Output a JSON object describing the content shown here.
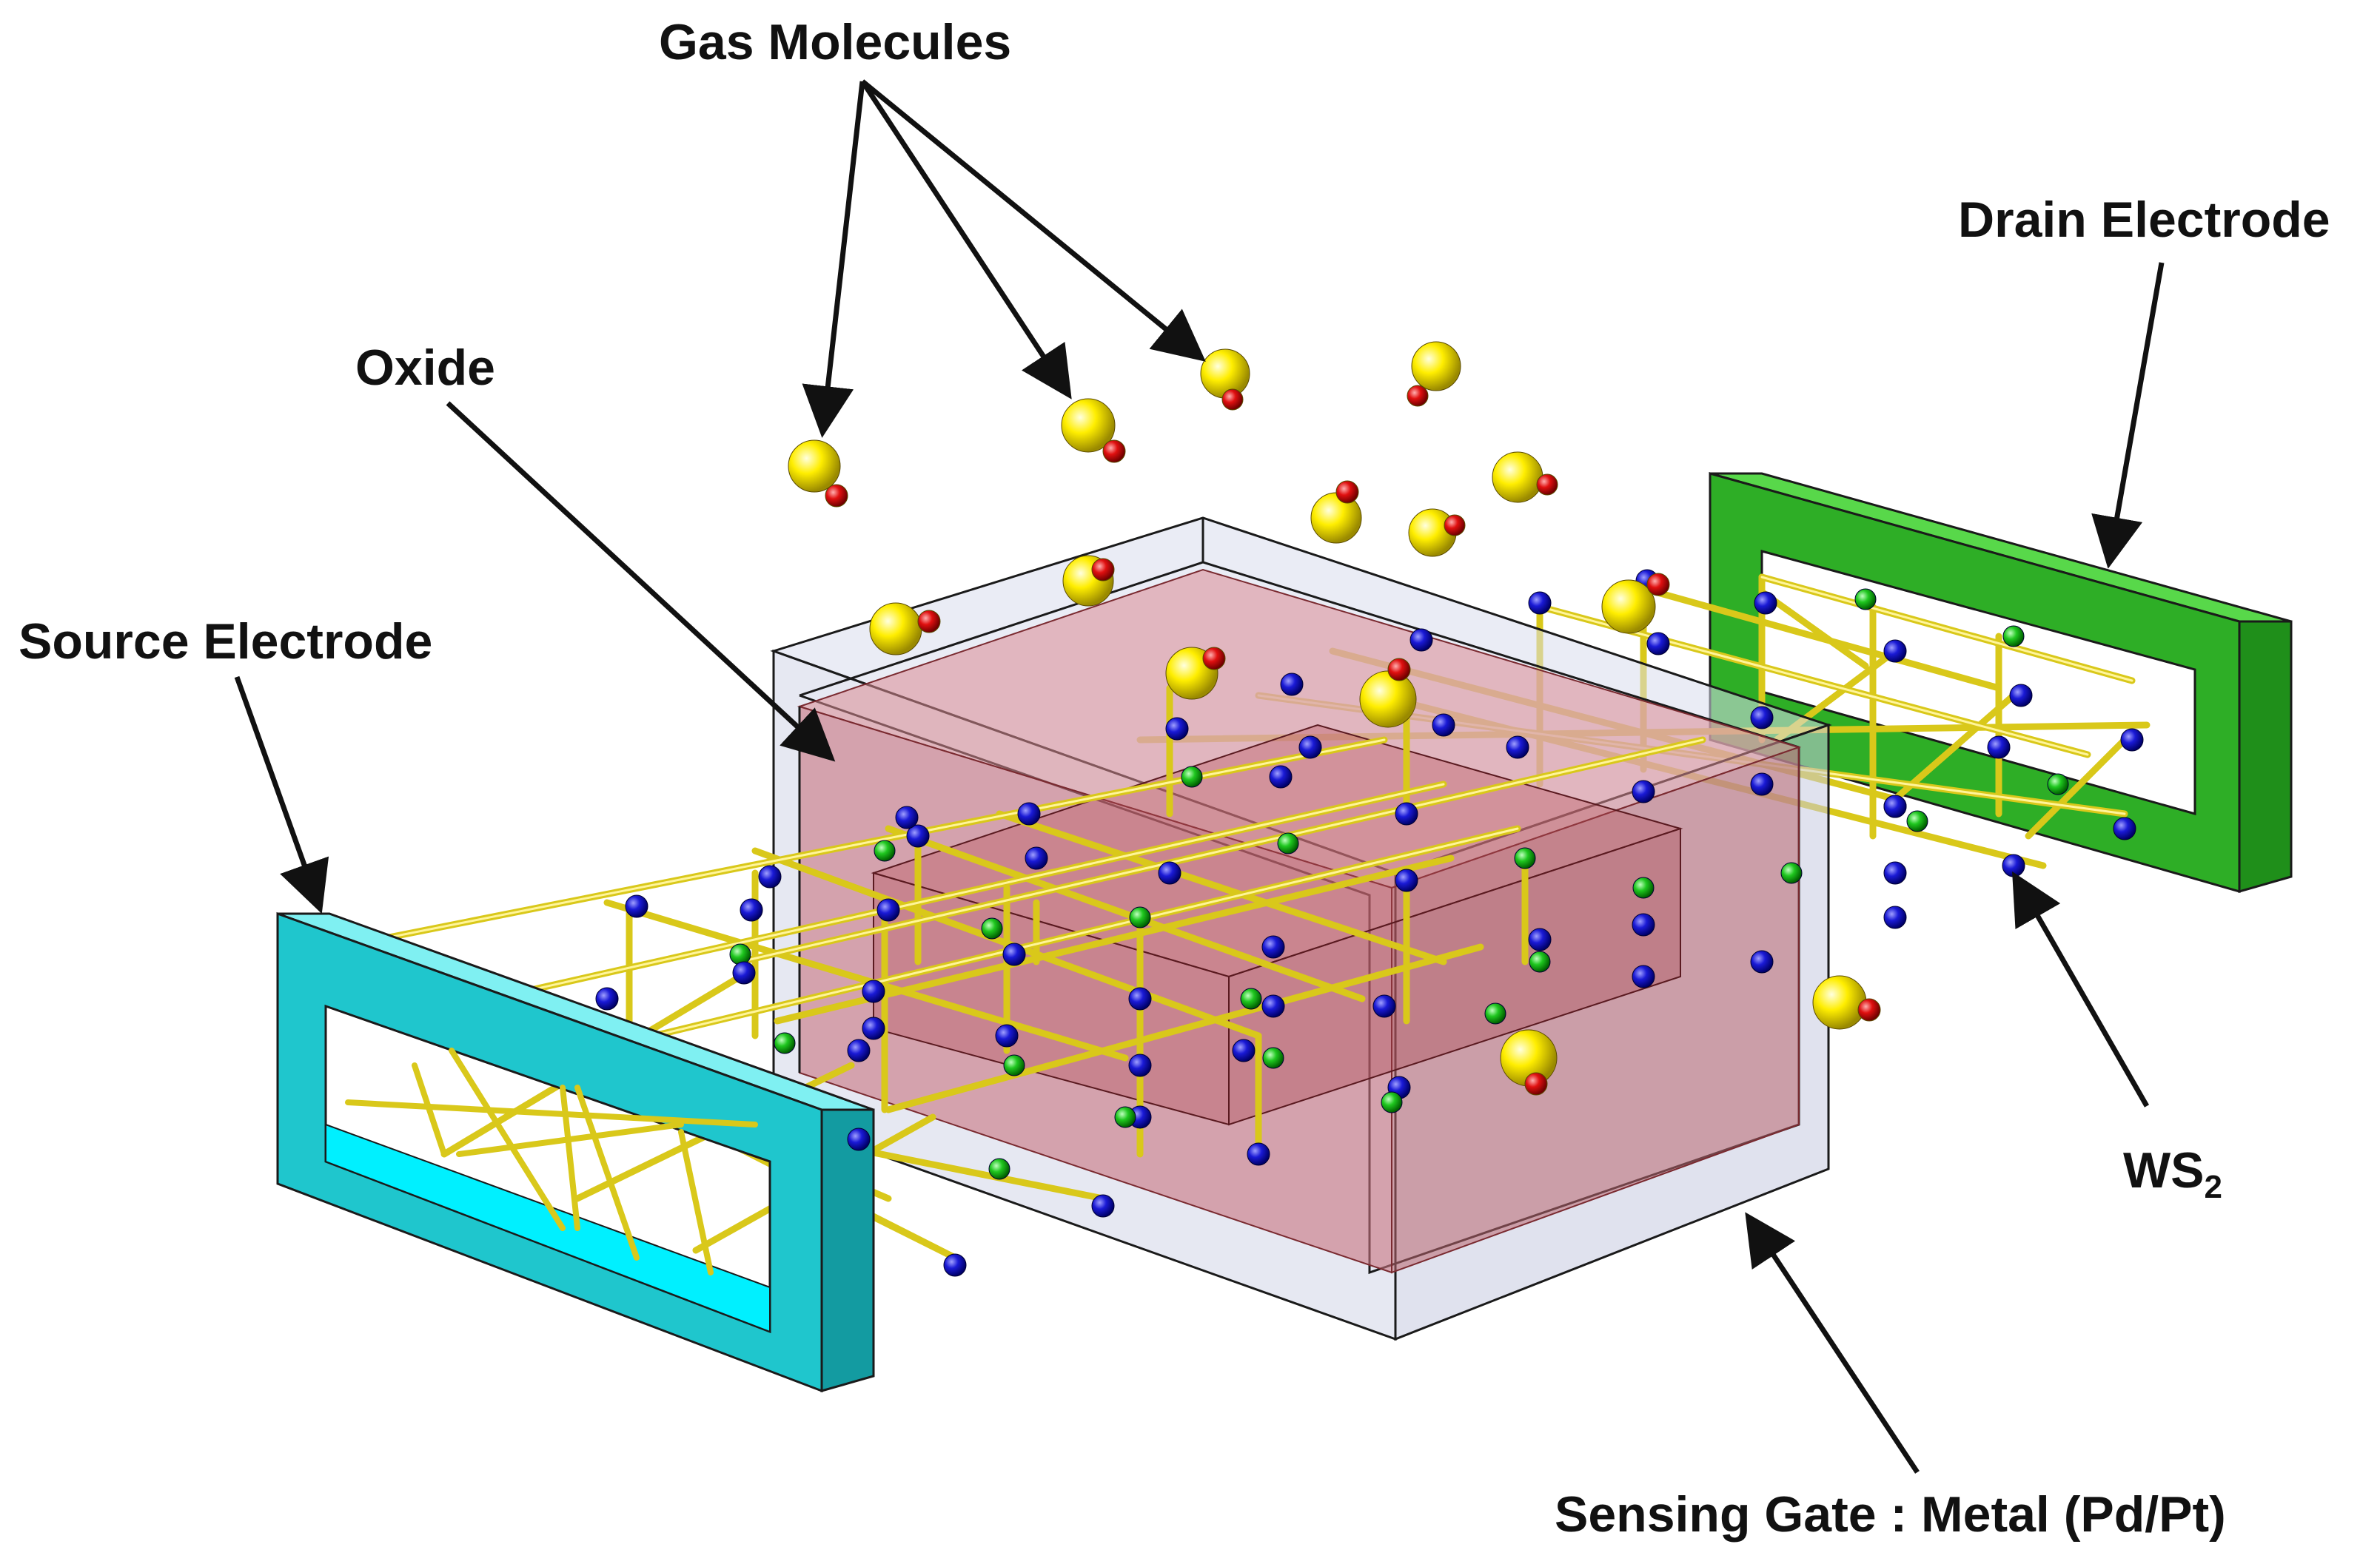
{
  "labels": {
    "gas_molecules": "Gas Molecules",
    "oxide": "Oxide",
    "source_electrode": "Source Electrode",
    "drain_electrode": "Drain Electrode",
    "ws2_main": "WS",
    "ws2_sub": "2",
    "sensing_gate": "Sensing Gate : Metal (Pd/Pt)"
  },
  "colors": {
    "source_electrode": "#1fd3da",
    "drain_electrode": "#2eae26",
    "gate_metal": "#dcdff0",
    "oxide": "#c8737f",
    "bond": "#f2e23a",
    "atom_w": "#1a1ad6",
    "atom_s": "#1fc71f",
    "gas_large": "#ffee00",
    "gas_small": "#e01010",
    "arrow": "#111111"
  }
}
